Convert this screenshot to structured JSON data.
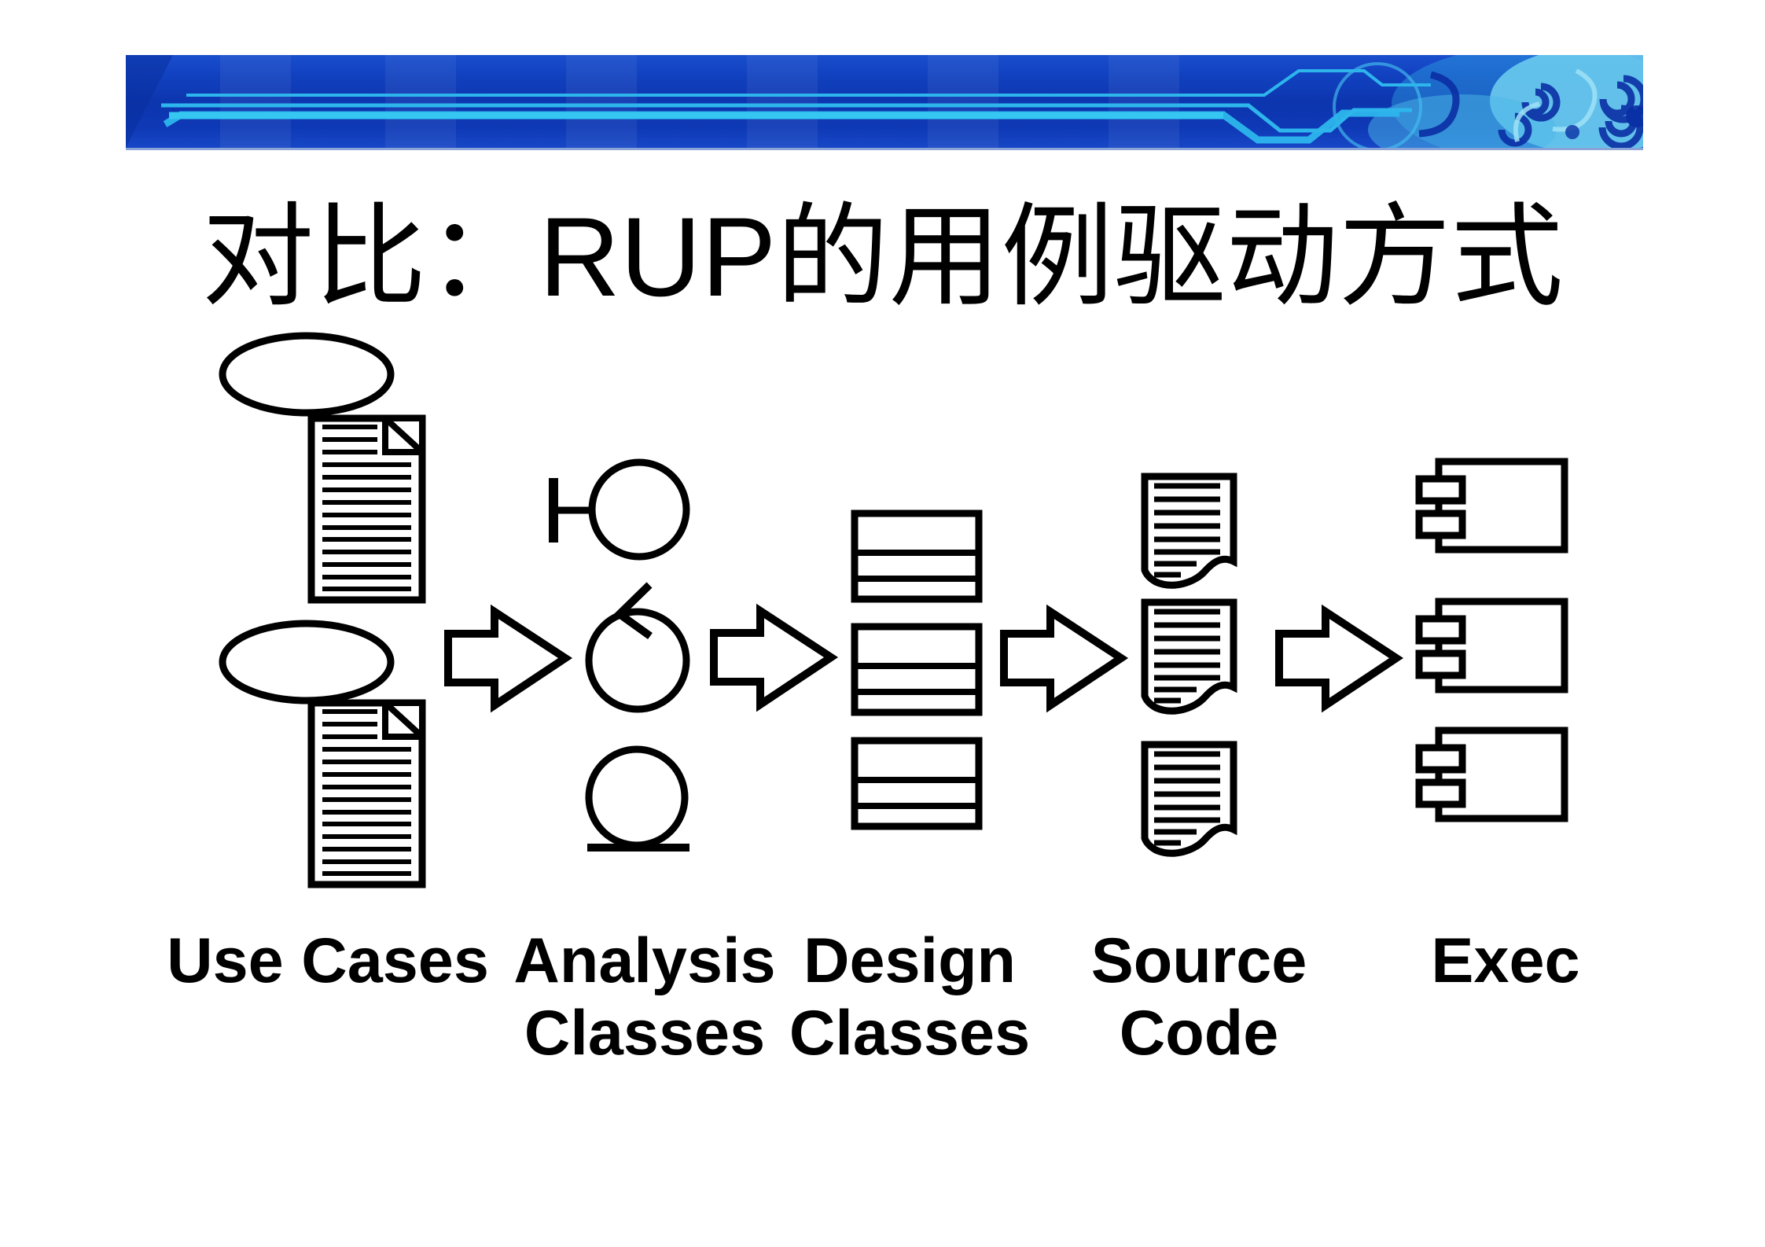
{
  "slide": {
    "title": {
      "part1": "对比：",
      "part2": "RUP",
      "part3": "的用例驱动方式"
    },
    "labels": {
      "use_cases": {
        "line1": "Use Cases",
        "line2": ""
      },
      "analysis": {
        "line1": "Analysis",
        "line2": "Classes"
      },
      "design": {
        "line1": "Design",
        "line2": "Classes"
      },
      "source": {
        "line1": "Source",
        "line2": "Code"
      },
      "exec": {
        "line1": "Exec",
        "line2": ""
      }
    },
    "icons": {
      "use_case": "use-case-oval",
      "document": "use-case-document",
      "boundary": "boundary-class",
      "control": "control-class",
      "entity": "entity-class",
      "class_box": "design-class-box",
      "source_file": "source-file",
      "component": "component",
      "flow_arrow": "right-block-arrow"
    },
    "colors": {
      "banner_base": "#0c35ae",
      "banner_stripe": "#2db5ec",
      "banner_swirl_light": "#79d4f2",
      "banner_swirl_dark": "#0a2fa4",
      "diagram_stroke": "#000000",
      "background": "#ffffff",
      "text": "#000000"
    }
  }
}
